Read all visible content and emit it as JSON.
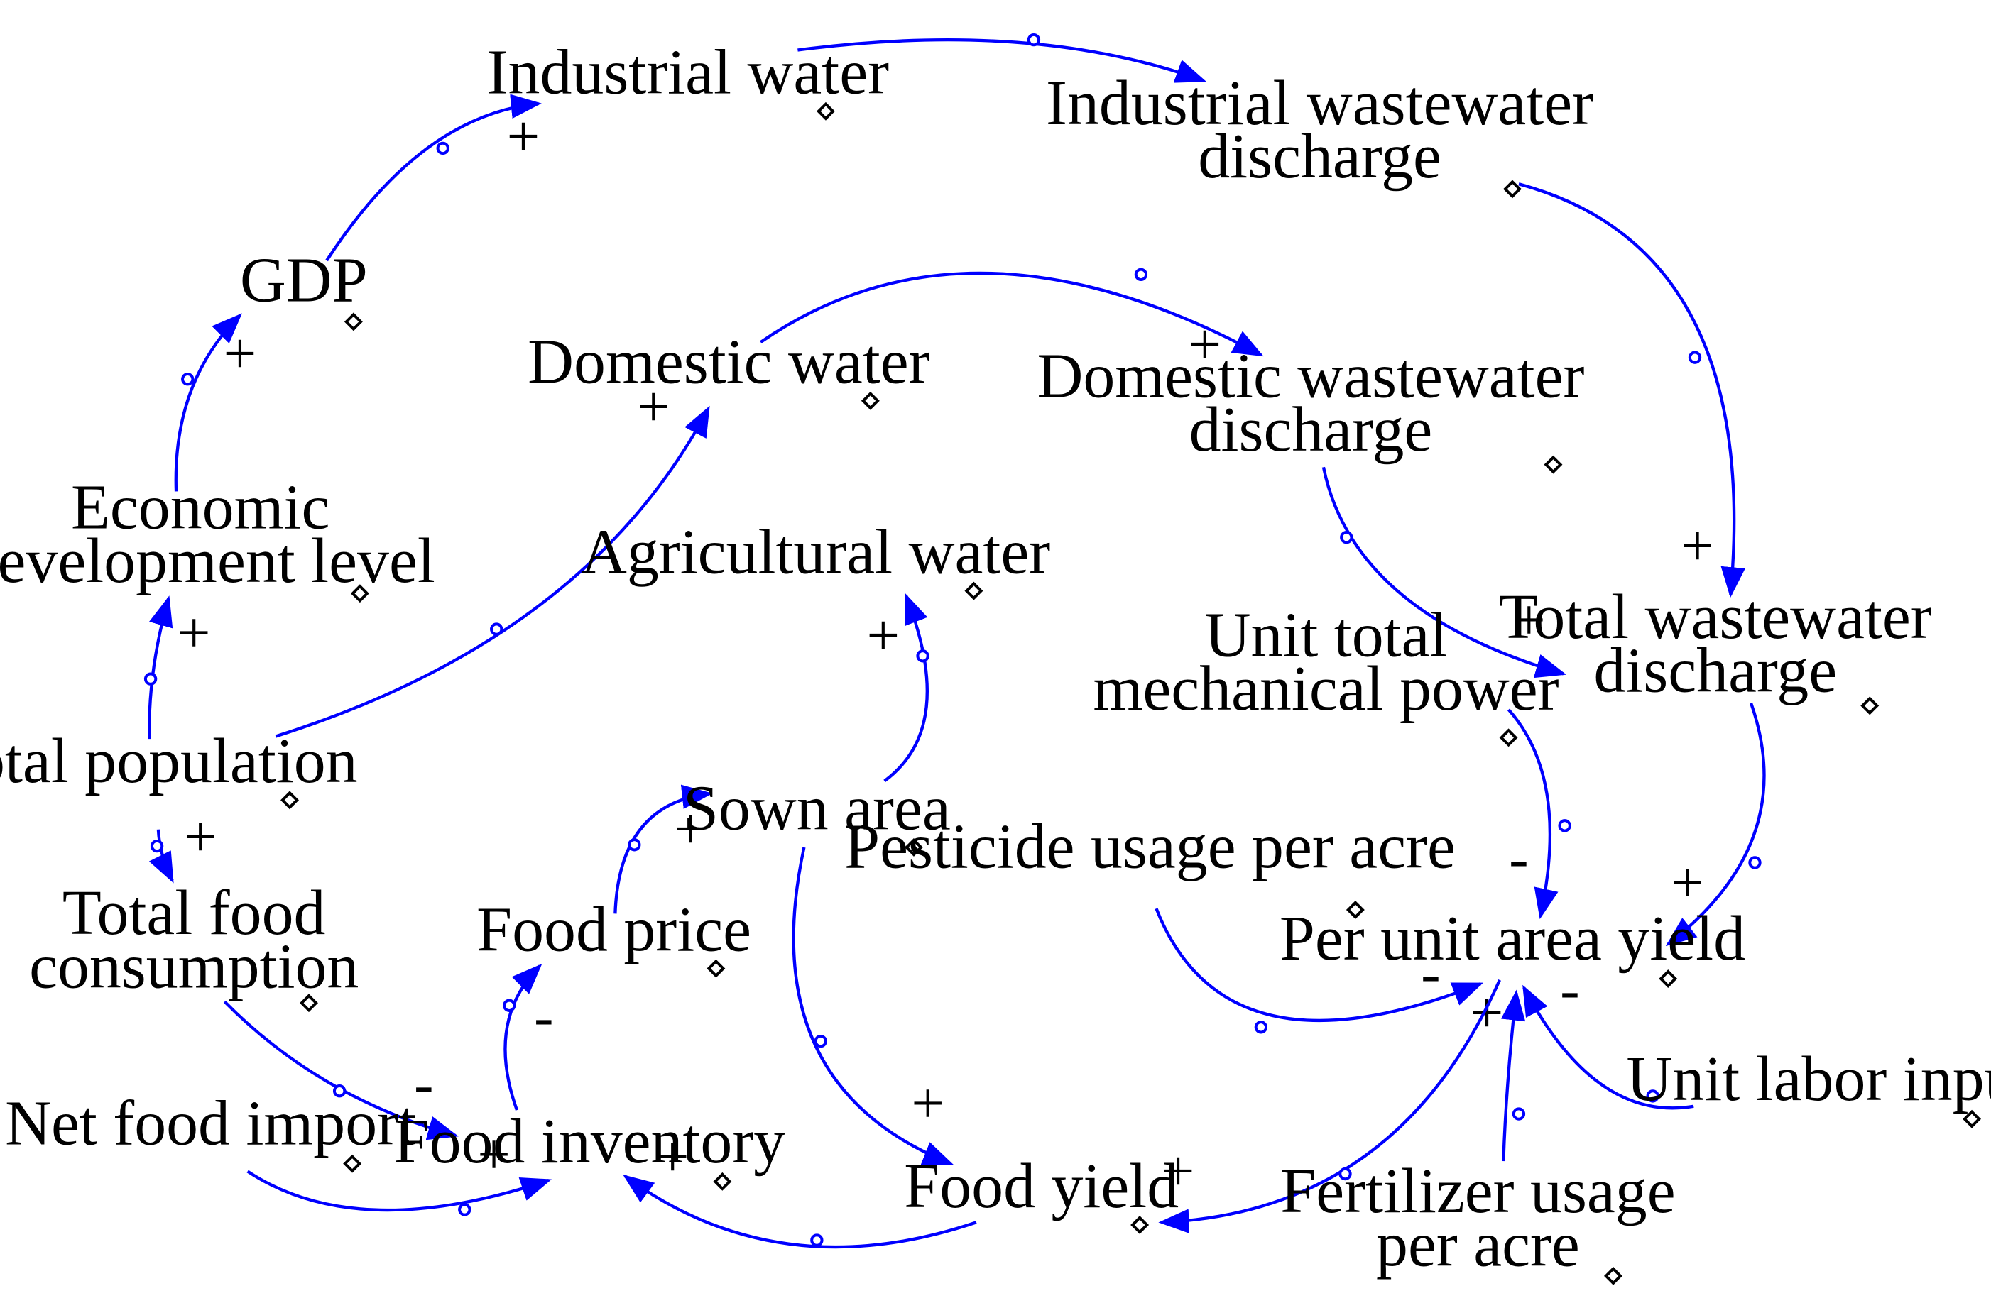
{
  "colors": {
    "link": "#0000ff",
    "text": "#000000",
    "background": "#ffffff"
  },
  "nodes": [
    {
      "id": "industrial_water",
      "lines": [
        "Industrial water"
      ]
    },
    {
      "id": "industrial_wastewater",
      "lines": [
        "Industrial wastewater",
        "discharge"
      ]
    },
    {
      "id": "gdp",
      "lines": [
        "GDP"
      ]
    },
    {
      "id": "domestic_water",
      "lines": [
        "Domestic water"
      ]
    },
    {
      "id": "domestic_wastewater",
      "lines": [
        "Domestic wastewater",
        "discharge"
      ]
    },
    {
      "id": "economic_development",
      "lines": [
        "Economic",
        "development level"
      ]
    },
    {
      "id": "agricultural_water",
      "lines": [
        "Agricultural water"
      ]
    },
    {
      "id": "unit_mechanical_power",
      "lines": [
        "Unit total",
        "mechanical power"
      ]
    },
    {
      "id": "total_wastewater",
      "lines": [
        "Total wastewater",
        "discharge"
      ]
    },
    {
      "id": "total_population",
      "lines": [
        "Total population"
      ]
    },
    {
      "id": "sown_area",
      "lines": [
        "Sown area"
      ]
    },
    {
      "id": "pesticide_usage",
      "lines": [
        "Pesticide usage per acre"
      ]
    },
    {
      "id": "total_food_consumption",
      "lines": [
        "Total food",
        "consumption"
      ]
    },
    {
      "id": "food_price",
      "lines": [
        "Food price"
      ]
    },
    {
      "id": "per_unit_area_yield",
      "lines": [
        "Per unit area yield"
      ]
    },
    {
      "id": "unit_labor_input",
      "lines": [
        "Unit labor input"
      ]
    },
    {
      "id": "net_food_import",
      "lines": [
        "Net food import"
      ]
    },
    {
      "id": "food_inventory",
      "lines": [
        "Food inventory"
      ]
    },
    {
      "id": "food_yield",
      "lines": [
        "Food yield"
      ]
    },
    {
      "id": "fertilizer_usage",
      "lines": [
        "Fertilizer usage",
        "per acre"
      ]
    }
  ],
  "links": [
    {
      "from": "gdp",
      "to": "industrial_water",
      "polarity": "+"
    },
    {
      "from": "industrial_water",
      "to": "industrial_wastewater",
      "polarity": ""
    },
    {
      "from": "industrial_wastewater",
      "to": "total_wastewater",
      "polarity": "+"
    },
    {
      "from": "economic_development",
      "to": "gdp",
      "polarity": "+"
    },
    {
      "from": "total_population",
      "to": "economic_development",
      "polarity": "+"
    },
    {
      "from": "total_population",
      "to": "domestic_water",
      "polarity": "+"
    },
    {
      "from": "domestic_water",
      "to": "domestic_wastewater",
      "polarity": "+"
    },
    {
      "from": "domestic_wastewater",
      "to": "total_wastewater",
      "polarity": "+"
    },
    {
      "from": "total_wastewater",
      "to": "per_unit_area_yield",
      "polarity": "+"
    },
    {
      "from": "unit_mechanical_power",
      "to": "per_unit_area_yield",
      "polarity": "-"
    },
    {
      "from": "pesticide_usage",
      "to": "per_unit_area_yield",
      "polarity": "-"
    },
    {
      "from": "unit_labor_input",
      "to": "per_unit_area_yield",
      "polarity": "-"
    },
    {
      "from": "fertilizer_usage",
      "to": "per_unit_area_yield",
      "polarity": "+"
    },
    {
      "from": "per_unit_area_yield",
      "to": "food_yield",
      "polarity": "+"
    },
    {
      "from": "sown_area",
      "to": "agricultural_water",
      "polarity": "+"
    },
    {
      "from": "sown_area",
      "to": "food_yield",
      "polarity": "+"
    },
    {
      "from": "food_price",
      "to": "sown_area",
      "polarity": "+"
    },
    {
      "from": "food_inventory",
      "to": "food_price",
      "polarity": "-"
    },
    {
      "from": "total_population",
      "to": "total_food_consumption",
      "polarity": "+"
    },
    {
      "from": "total_food_consumption",
      "to": "food_inventory",
      "polarity": "-"
    },
    {
      "from": "net_food_import",
      "to": "food_inventory",
      "polarity": "+"
    },
    {
      "from": "food_yield",
      "to": "food_inventory",
      "polarity": "+"
    }
  ]
}
